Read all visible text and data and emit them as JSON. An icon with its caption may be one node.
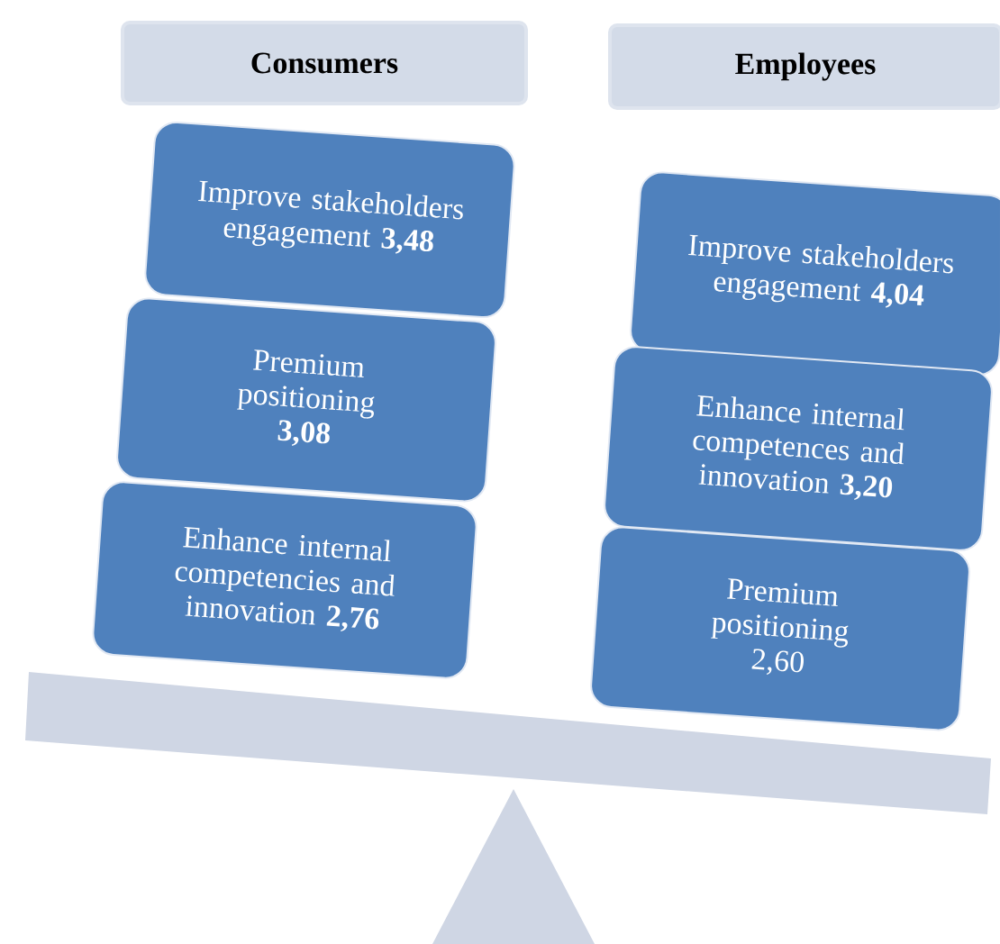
{
  "diagram": {
    "nodes": [
      {
        "text": [
          "Consumers"
        ]
      },
      {
        "text": [
          "Employees"
        ]
      },
      {
        "text": [
          "Improve stakeholders engagement **3,48**"
        ]
      },
      {
        "text": [
          "Premium positioning **3,08**"
        ]
      },
      {
        "text": [
          "Enhance internal competencies and innovation **2,76**"
        ]
      },
      {
        "text": [
          "Improve stakeholders engagement **4,04**"
        ]
      },
      {
        "text": [
          "Enhance internal competences and innovation **3,20**"
        ]
      },
      {
        "text": [
          "Premium positioning 2,60"
        ]
      }
    ]
  }
}
